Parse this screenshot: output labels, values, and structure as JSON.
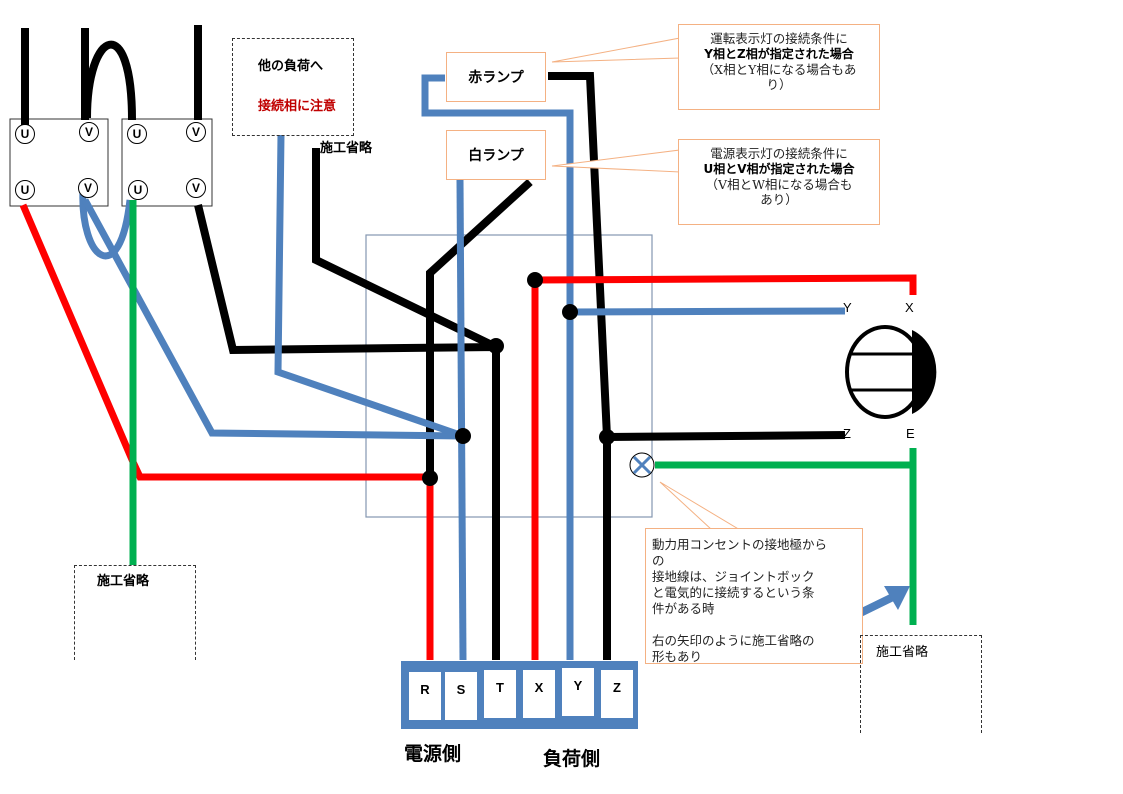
{
  "colors": {
    "red_wire": "#ff0000",
    "blue_wire": "#4f81bd",
    "black_wire": "#000000",
    "green_wire": "#00b050",
    "callout_border": "#f4b183",
    "caution_text": "#c00000",
    "terminal_block": "#4f81bd",
    "joint_box_border": "#8497b0"
  },
  "switches": [
    {
      "name": "switch-1",
      "top": [
        "U",
        "V"
      ],
      "bottom": [
        "U",
        "V"
      ]
    },
    {
      "name": "switch-2",
      "top": [
        "U",
        "V"
      ],
      "bottom": [
        "U",
        "V"
      ]
    }
  ],
  "other_load_box": {
    "line1": "他の負荷へ",
    "line2": "接続相に注意"
  },
  "omitted_labels": {
    "top_middle": "施工省略",
    "bottom_left": "施工省略",
    "bottom_right": "施工省略"
  },
  "lamps": {
    "red": "赤ランプ",
    "white": "白ランプ"
  },
  "callouts": {
    "run_indicator": {
      "line1": "運転表示灯の接続条件に",
      "line2_bold": "Y相とZ相が指定された場合",
      "line3": "（X相とY相になる場合もあ",
      "line4": "り）"
    },
    "power_indicator": {
      "line1": "電源表示灯の接続条件に",
      "line2_bold": "U相とV相が指定された場合",
      "line3": "（V相とW相になる場合も",
      "line4": "あり）"
    },
    "ground_note": "動力用コンセントの接地極から\nの\n接地線は、ジョイントボック\nと電気的に接続するという条\n件がある時\n\n右の矢印のように施工省略の\n形もあり"
  },
  "motor_outlet": {
    "labels": {
      "Y": "Y",
      "X": "X",
      "Z": "Z",
      "E": "E"
    }
  },
  "terminal_block": {
    "terminals": [
      "R",
      "S",
      "T",
      "X",
      "Y",
      "Z"
    ],
    "source_side": "電源側",
    "load_side": "負荷側"
  }
}
